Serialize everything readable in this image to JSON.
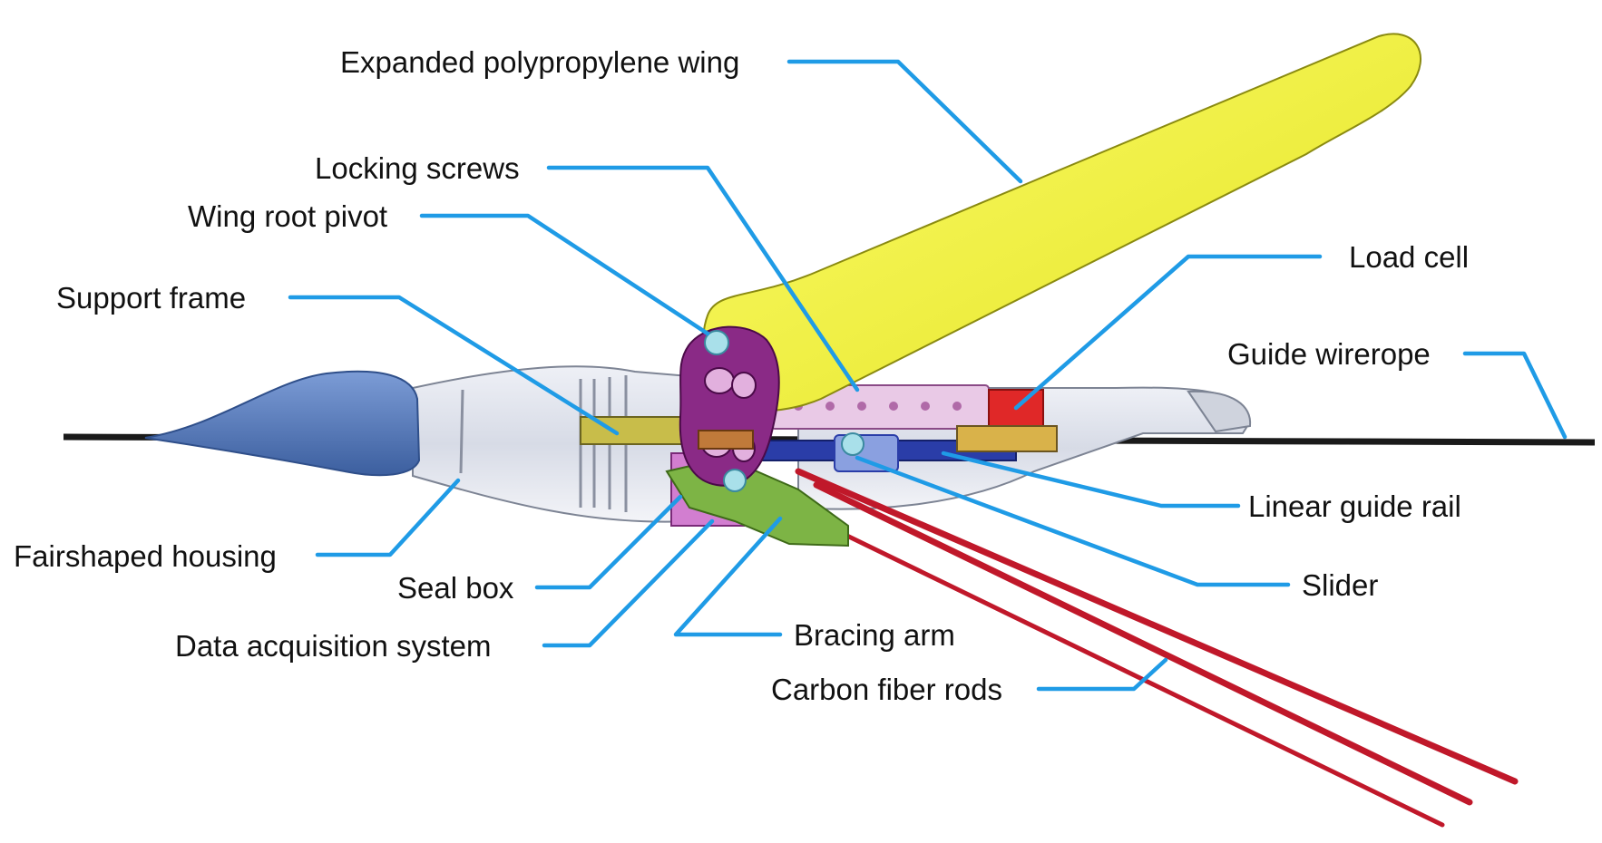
{
  "labels": {
    "wing": "Expanded polypropylene wing",
    "locking_screws": "Locking screws",
    "wing_root_pivot": "Wing root pivot",
    "support_frame": "Support frame",
    "load_cell": "Load cell",
    "guide_wirerope": "Guide wirerope",
    "linear_guide_rail": "Linear guide rail",
    "slider": "Slider",
    "fairshaped_housing": "Fairshaped housing",
    "seal_box": "Seal box",
    "data_acquisition_system": "Data acquisition system",
    "bracing_arm": "Bracing arm",
    "carbon_fiber_rods": "Carbon fiber rods"
  },
  "colors": {
    "leader_line": "#1f9be6",
    "wing": "#f0f035",
    "nose_cone": "#5a7fbf",
    "housing": "#dfe3ee",
    "pivot_plate": "#8a2a86",
    "bracing_arm": "#6aa030",
    "carbon_rods": "#c0182a",
    "load_cell": "#e02828",
    "guide_rail": "#2a3da8",
    "wirerope": "#1a1a1a"
  }
}
